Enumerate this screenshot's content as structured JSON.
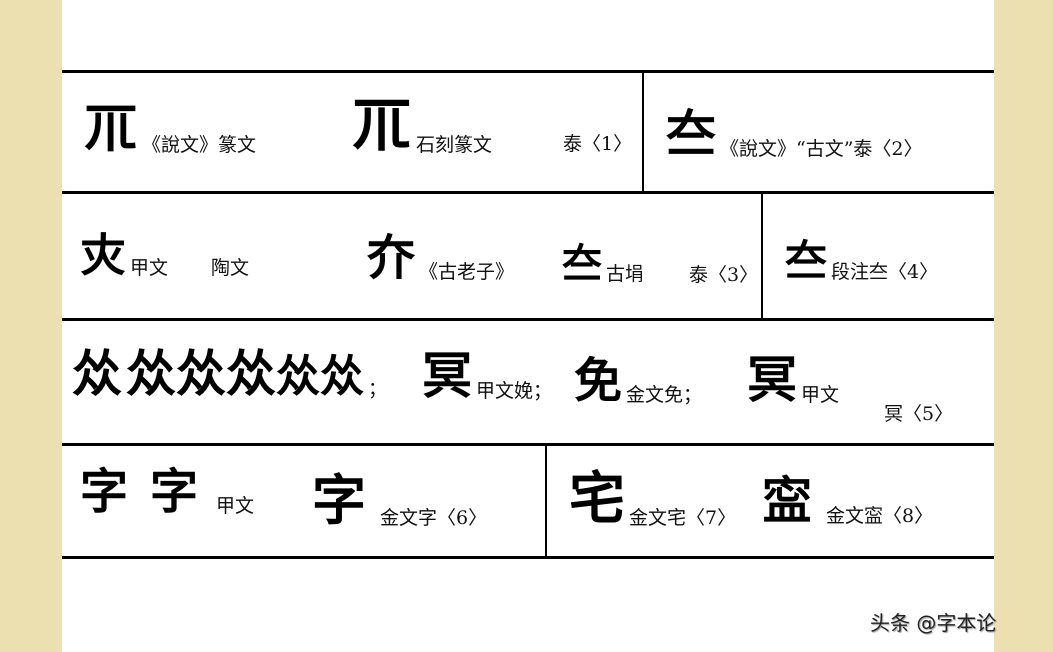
{
  "rows": [
    {
      "cells": [
        {
          "items": [
            {
              "glyph": "𐠀",
              "label": "《說文》篆文"
            },
            {
              "glyph": "𐠀",
              "label": "石刻篆文"
            },
            {
              "glyph": "",
              "label": "泰〈1〉"
            }
          ]
        },
        {
          "items": [
            {
              "glyph": "",
              "label": "《說文》“古文”泰〈2〉"
            }
          ]
        }
      ]
    },
    {
      "cells": [
        {
          "items": [
            {
              "glyph": "",
              "label": "甲文"
            },
            {
              "glyph": "",
              "label": "陶文"
            },
            {
              "glyph": "",
              "label": "《古老子》"
            },
            {
              "glyph": "",
              "label": "古埍"
            },
            {
              "glyph": "",
              "label": "泰〈3〉"
            }
          ]
        },
        {
          "items": [
            {
              "glyph": "",
              "label": "段注夳〈4〉"
            }
          ]
        }
      ]
    },
    {
      "cells": [
        {
          "items": [
            {
              "glyph": "",
              "label": "；"
            },
            {
              "glyph": "",
              "label": "甲文娩；"
            },
            {
              "glyph": "",
              "label": "金文免；"
            },
            {
              "glyph": "",
              "label": "甲文"
            },
            {
              "glyph": "",
              "label": "冥〈5〉"
            }
          ]
        }
      ]
    },
    {
      "cells": [
        {
          "items": [
            {
              "glyph": "",
              "label": "甲文"
            },
            {
              "glyph": "",
              "label": "金文字〈6〉"
            }
          ]
        },
        {
          "items": [
            {
              "glyph": "",
              "label": "金文宅〈7〉"
            },
            {
              "glyph": "",
              "label": "金文寍〈8〉"
            }
          ]
        }
      ]
    }
  ],
  "labels": {
    "r1_l1": "《說文》篆文",
    "r1_l2": "石刻篆文",
    "r1_l3": "泰〈1〉",
    "r1_l4": "《說文》“古文”泰〈2〉",
    "r2_l1": "甲文",
    "r2_l2": "陶文",
    "r2_l3": "《古老子》",
    "r2_l4": "古埍",
    "r2_l5": "泰〈3〉",
    "r2_l6": "段注夳〈4〉",
    "r3_l0": "；",
    "r3_l1": "甲文娩；",
    "r3_l2": "金文免；",
    "r3_l3": "甲文",
    "r3_l4": "冥〈5〉",
    "r4_l1": "甲文",
    "r4_l2": "金文字〈6〉",
    "r4_l3": "金文宅〈7〉",
    "r4_l4": "金文寍〈8〉"
  },
  "glyphs": {
    "seal_tai": "𥘅",
    "tai_guwen": "夳",
    "tai_jia": "𡗜",
    "tai_tao": "𡘋",
    "tai_laozi": "夰",
    "tai_xi": "夳",
    "tai_duan": "夳",
    "mian_1": "𠈌",
    "mian_oracle": "冥",
    "mian_bronze": "免",
    "ming_oracle": "冥",
    "zi_1": "字",
    "zi_2": "字",
    "zi_bronze": "字",
    "zhai_bronze": "宅",
    "ning_bronze": "寍"
  },
  "watermark": "头条 @字本论"
}
